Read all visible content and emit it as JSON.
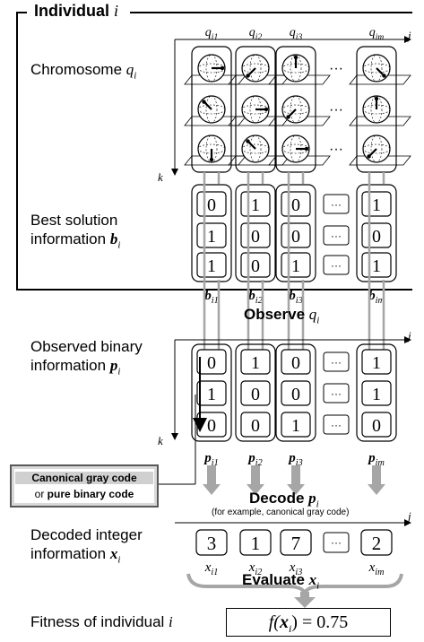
{
  "title": {
    "text": "Individual",
    "var": "i"
  },
  "chromosome": {
    "label": "Chromosome",
    "var": "q",
    "sub": "i"
  },
  "best": {
    "line1": "Best solution",
    "line2": "information",
    "var": "b",
    "sub": "i"
  },
  "observe": {
    "text": "Observe",
    "var": "q",
    "sub": "i"
  },
  "observed": {
    "line1": "Observed binary",
    "line2": "information",
    "var": "p",
    "sub": "i"
  },
  "code_box": {
    "line1": "Canonical gray code",
    "line2_pre": "or",
    "line2_bold": "pure binary code"
  },
  "decode": {
    "text": "Decode",
    "var": "p",
    "sub": "i",
    "note": "(for example, canonical gray code)"
  },
  "decoded": {
    "line1": "Decoded integer",
    "line2": "information",
    "var": "x",
    "sub": "i"
  },
  "evaluate": {
    "text": "Evaluate",
    "var": "x",
    "sub": "i"
  },
  "fitness": {
    "label": "Fitness of individual",
    "var": "i",
    "expr_pre": "f(",
    "expr_var": "x",
    "expr_sub": "i",
    "expr_post": ") = 0.75"
  },
  "axes": {
    "j": "j",
    "k": "k"
  },
  "column_q_labels": [
    "q_{i1}",
    "q_{i2}",
    "q_{i3}",
    "q_{im}"
  ],
  "column_b_labels": [
    "b_{i1}",
    "b_{i2}",
    "b_{i3}",
    "b_{im}"
  ],
  "column_p_labels": [
    "p_{i1}",
    "p_{i2}",
    "p_{i3}",
    "p_{im}"
  ],
  "column_x_labels": [
    "x_{i1}",
    "x_{i2}",
    "x_{i3}",
    "x_{im}"
  ],
  "ellipsis": "···",
  "best_grid": [
    [
      "0",
      "1",
      "0",
      "1"
    ],
    [
      "1",
      "0",
      "0",
      "0"
    ],
    [
      "1",
      "0",
      "1",
      "1"
    ]
  ],
  "observed_grid": [
    [
      "0",
      "1",
      "0",
      "1"
    ],
    [
      "1",
      "0",
      "0",
      "1"
    ],
    [
      "0",
      "0",
      "1",
      "0"
    ]
  ],
  "decoded_values": [
    "3",
    "1",
    "7",
    "2"
  ],
  "colors": {
    "arrow_gray": "#a6a6a6",
    "box_gray": "#d0d0d0",
    "line": "#000000"
  }
}
